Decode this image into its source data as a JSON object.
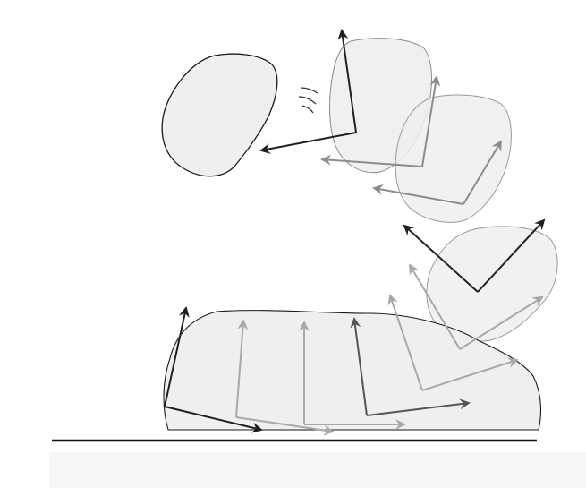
{
  "figure": {
    "colors": {
      "background": "#ffffff",
      "rock_fill": "#efefef",
      "rock_outline_dark": "#1a1a1a",
      "rock_outline_light": "#9a9a9a",
      "arrow_dark": "#1f1f1f",
      "arrow_mid": "#555555",
      "arrow_light": "#8c8c8c",
      "arrow_faint": "#a8a8a8",
      "ground": "#111111",
      "footer": "#f6f6f6"
    },
    "icons": [
      "rock-shape",
      "frame-arrow",
      "motion-lines",
      "ground-line"
    ]
  }
}
